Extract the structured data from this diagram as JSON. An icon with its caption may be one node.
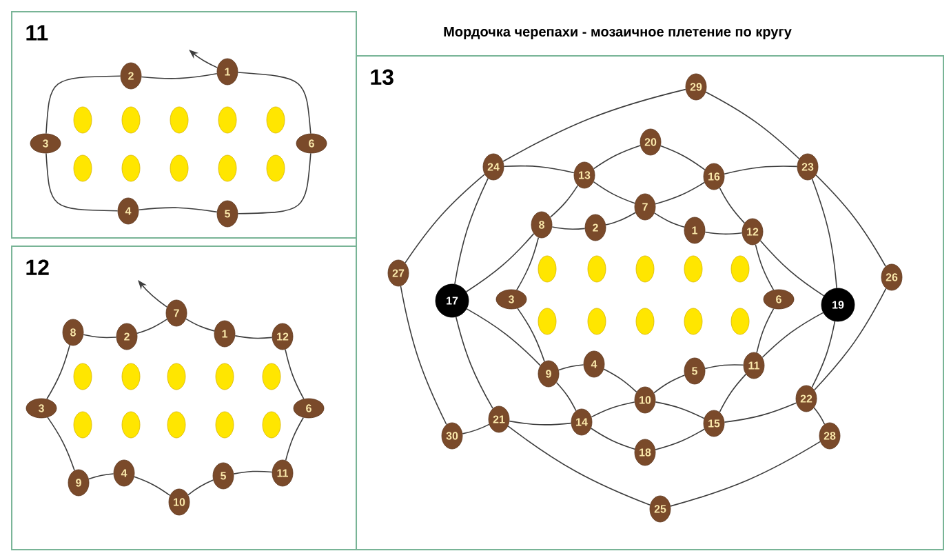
{
  "diagram": {
    "title": "Мордочка черепахи - мозаичное плетение по кругу",
    "nodes": [
      {
        "text": [
          "11"
        ]
      },
      {
        "text": [
          "1"
        ],
        "in": 0
      },
      {
        "text": [
          "2"
        ],
        "in": 0
      },
      {
        "text": [
          "3"
        ],
        "in": 0
      },
      {
        "text": [
          "4"
        ],
        "in": 0
      },
      {
        "text": [
          "5"
        ],
        "in": 0
      },
      {
        "text": [
          "6"
        ],
        "in": 0
      },
      {
        "text": [],
        "shape": "ellipse",
        "in": 0
      },
      {
        "text": [],
        "shape": "ellipse",
        "in": 0
      },
      {
        "text": [],
        "shape": "ellipse",
        "in": 0
      },
      {
        "text": [],
        "shape": "ellipse",
        "in": 0
      },
      {
        "text": [],
        "shape": "ellipse",
        "in": 0
      },
      {
        "text": [],
        "shape": "ellipse",
        "in": 0
      },
      {
        "text": [],
        "shape": "ellipse",
        "in": 0
      },
      {
        "text": [],
        "shape": "ellipse",
        "in": 0
      },
      {
        "text": [],
        "shape": "ellipse",
        "in": 0
      },
      {
        "text": [],
        "shape": "ellipse",
        "in": 0
      },
      {
        "text": [
          "12"
        ]
      },
      {
        "text": [
          "1"
        ],
        "in": 17
      },
      {
        "text": [
          "2"
        ],
        "in": 17
      },
      {
        "text": [
          "3"
        ],
        "in": 17
      },
      {
        "text": [
          "4"
        ],
        "in": 17
      },
      {
        "text": [
          "5"
        ],
        "in": 17
      },
      {
        "text": [
          "6"
        ],
        "in": 17
      },
      {
        "text": [
          "7"
        ],
        "in": 17
      },
      {
        "text": [
          "8"
        ],
        "in": 17
      },
      {
        "text": [
          "9"
        ],
        "in": 17
      },
      {
        "text": [
          "10"
        ],
        "in": 17
      },
      {
        "text": [
          "11"
        ],
        "in": 17
      },
      {
        "text": [
          "12"
        ],
        "in": 17
      },
      {
        "text": [],
        "shape": "ellipse",
        "in": 17
      },
      {
        "text": [],
        "shape": "ellipse",
        "in": 17
      },
      {
        "text": [],
        "shape": "ellipse",
        "in": 17
      },
      {
        "text": [],
        "shape": "ellipse",
        "in": 17
      },
      {
        "text": [],
        "shape": "ellipse",
        "in": 17
      },
      {
        "text": [],
        "shape": "ellipse",
        "in": 17
      },
      {
        "text": [],
        "shape": "ellipse",
        "in": 17
      },
      {
        "text": [],
        "shape": "ellipse",
        "in": 17
      },
      {
        "text": [],
        "shape": "ellipse",
        "in": 17
      },
      {
        "text": [],
        "shape": "ellipse",
        "in": 17
      },
      {
        "text": [
          "13"
        ]
      },
      {
        "text": [
          "1"
        ],
        "in": 40
      },
      {
        "text": [
          "2"
        ],
        "in": 40
      },
      {
        "text": [
          "3"
        ],
        "in": 40
      },
      {
        "text": [
          "4"
        ],
        "in": 40
      },
      {
        "text": [
          "5"
        ],
        "in": 40
      },
      {
        "text": [
          "6"
        ],
        "in": 40
      },
      {
        "text": [
          "7"
        ],
        "in": 40
      },
      {
        "text": [
          "8"
        ],
        "in": 40
      },
      {
        "text": [
          "9"
        ],
        "in": 40
      },
      {
        "text": [
          "10"
        ],
        "in": 40
      },
      {
        "text": [
          "11"
        ],
        "in": 40
      },
      {
        "text": [
          "12"
        ],
        "in": 40
      },
      {
        "text": [
          "13"
        ],
        "in": 40
      },
      {
        "text": [
          "14"
        ],
        "in": 40
      },
      {
        "text": [
          "15"
        ],
        "in": 40
      },
      {
        "text": [
          "16"
        ],
        "in": 40
      },
      {
        "text": [
          "17"
        ],
        "in": 40
      },
      {
        "text": [
          "18"
        ],
        "in": 40
      },
      {
        "text": [
          "19"
        ],
        "in": 40
      },
      {
        "text": [
          "20"
        ],
        "in": 40
      },
      {
        "text": [
          "21"
        ],
        "in": 40
      },
      {
        "text": [
          "22"
        ],
        "in": 40
      },
      {
        "text": [
          "23"
        ],
        "in": 40
      },
      {
        "text": [
          "24"
        ],
        "in": 40
      },
      {
        "text": [
          "25"
        ],
        "in": 40
      },
      {
        "text": [
          "26"
        ],
        "in": 40
      },
      {
        "text": [
          "27"
        ],
        "in": 40
      },
      {
        "text": [
          "28"
        ],
        "in": 40
      },
      {
        "text": [
          "29"
        ],
        "in": 40
      },
      {
        "text": [
          "30"
        ],
        "in": 40
      },
      {
        "text": [],
        "shape": "ellipse",
        "in": 40
      },
      {
        "text": [],
        "shape": "ellipse",
        "in": 40
      },
      {
        "text": [],
        "shape": "ellipse",
        "in": 40
      },
      {
        "text": [],
        "shape": "ellipse",
        "in": 40
      },
      {
        "text": [],
        "shape": "ellipse",
        "in": 40
      },
      {
        "text": [],
        "shape": "ellipse",
        "in": 40
      },
      {
        "text": [],
        "shape": "ellipse",
        "in": 40
      },
      {
        "text": [],
        "shape": "ellipse",
        "in": 40
      },
      {
        "text": [],
        "shape": "ellipse",
        "in": 40
      },
      {
        "text": [],
        "shape": "ellipse",
        "in": 40
      }
    ],
    "edges": [
      {
        "from": 1,
        "to": 2,
        "arrow": "none"
      },
      {
        "from": 2,
        "to": 3,
        "arrow": "none"
      },
      {
        "from": 3,
        "to": 4,
        "arrow": "none"
      },
      {
        "from": 4,
        "to": 5,
        "arrow": "none"
      },
      {
        "from": 5,
        "to": 6,
        "arrow": "none"
      },
      {
        "from": 6,
        "to": 1,
        "arrow": "none"
      },
      {
        "from": 1,
        "to": null,
        "arrow": "to"
      },
      {
        "from": 18,
        "to": 24,
        "arrow": "none"
      },
      {
        "from": 24,
        "to": 19,
        "arrow": "none"
      },
      {
        "from": 19,
        "to": 25,
        "arrow": "none"
      },
      {
        "from": 25,
        "to": 20,
        "arrow": "none"
      },
      {
        "from": 20,
        "to": 26,
        "arrow": "none"
      },
      {
        "from": 26,
        "to": 21,
        "arrow": "none"
      },
      {
        "from": 21,
        "to": 27,
        "arrow": "none"
      },
      {
        "from": 27,
        "to": 22,
        "arrow": "none"
      },
      {
        "from": 22,
        "to": 28,
        "arrow": "none"
      },
      {
        "from": 28,
        "to": 23,
        "arrow": "none"
      },
      {
        "from": 23,
        "to": 29,
        "arrow": "none"
      },
      {
        "from": 29,
        "to": 18,
        "arrow": "none"
      },
      {
        "from": 24,
        "to": null,
        "arrow": "to"
      },
      {
        "from": 41,
        "to": 47,
        "arrow": "none"
      },
      {
        "from": 47,
        "to": 42,
        "arrow": "none"
      },
      {
        "from": 42,
        "to": 48,
        "arrow": "none"
      },
      {
        "from": 48,
        "to": 43,
        "arrow": "none"
      },
      {
        "from": 43,
        "to": 49,
        "arrow": "none"
      },
      {
        "from": 49,
        "to": 44,
        "arrow": "none"
      },
      {
        "from": 44,
        "to": 50,
        "arrow": "none"
      },
      {
        "from": 50,
        "to": 45,
        "arrow": "none"
      },
      {
        "from": 45,
        "to": 51,
        "arrow": "none"
      },
      {
        "from": 51,
        "to": 46,
        "arrow": "none"
      },
      {
        "from": 46,
        "to": 52,
        "arrow": "none"
      },
      {
        "from": 52,
        "to": 41,
        "arrow": "none"
      },
      {
        "from": 47,
        "to": 53,
        "arrow": "none"
      },
      {
        "from": 53,
        "to": 48,
        "arrow": "none"
      },
      {
        "from": 48,
        "to": 57,
        "arrow": "none"
      },
      {
        "from": 57,
        "to": 49,
        "arrow": "none"
      },
      {
        "from": 49,
        "to": 54,
        "arrow": "none"
      },
      {
        "from": 54,
        "to": 50,
        "arrow": "none"
      },
      {
        "from": 50,
        "to": 55,
        "arrow": "none"
      },
      {
        "from": 55,
        "to": 51,
        "arrow": "none"
      },
      {
        "from": 51,
        "to": 59,
        "arrow": "none"
      },
      {
        "from": 59,
        "to": 52,
        "arrow": "none"
      },
      {
        "from": 52,
        "to": 56,
        "arrow": "none"
      },
      {
        "from": 56,
        "to": 47,
        "arrow": "none"
      },
      {
        "from": 53,
        "to": 60,
        "arrow": "none"
      },
      {
        "from": 60,
        "to": 56,
        "arrow": "none"
      },
      {
        "from": 56,
        "to": 63,
        "arrow": "none"
      },
      {
        "from": 63,
        "to": 59,
        "arrow": "none"
      },
      {
        "from": 59,
        "to": 62,
        "arrow": "none"
      },
      {
        "from": 62,
        "to": 55,
        "arrow": "none"
      },
      {
        "from": 55,
        "to": 58,
        "arrow": "none"
      },
      {
        "from": 58,
        "to": 54,
        "arrow": "none"
      },
      {
        "from": 54,
        "to": 61,
        "arrow": "none"
      },
      {
        "from": 61,
        "to": 57,
        "arrow": "none"
      },
      {
        "from": 57,
        "to": 64,
        "arrow": "none"
      },
      {
        "from": 64,
        "to": 53,
        "arrow": "none"
      },
      {
        "from": 64,
        "to": 69,
        "arrow": "none"
      },
      {
        "from": 69,
        "to": 63,
        "arrow": "none"
      },
      {
        "from": 63,
        "to": 66,
        "arrow": "none"
      },
      {
        "from": 66,
        "to": 62,
        "arrow": "none"
      },
      {
        "from": 62,
        "to": 68,
        "arrow": "none"
      },
      {
        "from": 68,
        "to": 65,
        "arrow": "none"
      },
      {
        "from": 65,
        "to": 61,
        "arrow": "none"
      },
      {
        "from": 61,
        "to": 70,
        "arrow": "none"
      },
      {
        "from": 70,
        "to": 67,
        "arrow": "none"
      },
      {
        "from": 67,
        "to": 64,
        "arrow": "none"
      }
    ]
  }
}
